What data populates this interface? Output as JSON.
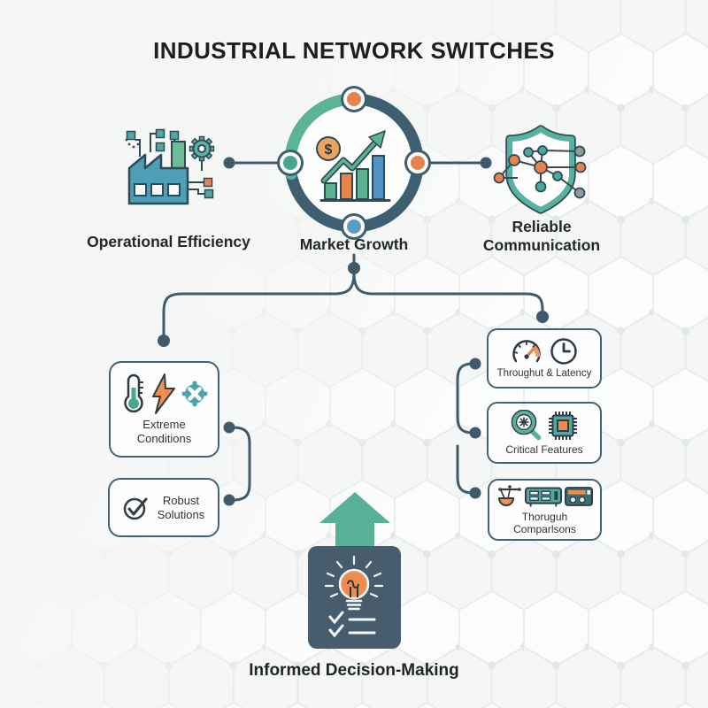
{
  "title": "INDUSTRIAL NETWORK SWITCHES",
  "hub": {
    "label": "Market Growth",
    "dollar_symbol": "$",
    "icon": "growth-bar-chart-icon"
  },
  "left_pillar": {
    "label": "Operational Efficiency",
    "icon": "smart-factory-icon"
  },
  "right_pillar": {
    "label_line1": "Reliable",
    "label_line2": "Communication",
    "icon": "shield-network-icon"
  },
  "left_branch": {
    "box1": {
      "line1": "Extreme",
      "line2": "Conditions",
      "icons": [
        "thermometer-icon",
        "lightning-bolt-icon",
        "snowflake-icon"
      ]
    },
    "box2": {
      "line1": "Robust",
      "line2": "Solutions",
      "icons": [
        "check-circle-icon"
      ]
    }
  },
  "right_branch": {
    "box1": {
      "label": "Throughut & Latency",
      "icons": [
        "speedometer-icon",
        "clock-icon"
      ]
    },
    "box2": {
      "label": "Critical Features",
      "icons": [
        "magnifier-circuit-icon",
        "chip-icon"
      ]
    },
    "box3": {
      "line1": "Thoruguh",
      "line2": "Comparlsons",
      "icons": [
        "balance-scale-icon",
        "network-switch-icon",
        "port-device-icon"
      ]
    }
  },
  "outcome": {
    "label": "Informed Decision-Making",
    "icons": [
      "up-arrow-icon",
      "lightbulb-icon",
      "checklist-icon"
    ]
  },
  "colors": {
    "dark_slate": "#3e5a6b",
    "teal_green": "#5bb398",
    "teal_blue": "#4ba2ad",
    "orange": "#e8834e",
    "blue": "#5b9cc3",
    "card_border": "#446273",
    "outcome_bg": "#475d6e",
    "background": "#f5f6f6",
    "text": "#212529"
  }
}
